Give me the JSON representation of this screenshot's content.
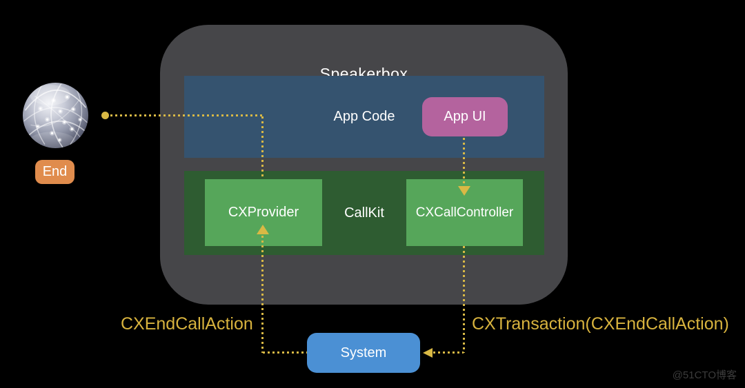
{
  "diagram": {
    "title": "Speakerbox",
    "app_code": {
      "label": "App Code",
      "bg": "#35536F"
    },
    "app_ui": {
      "label": "App UI",
      "bg": "#B4639E"
    },
    "callkit": {
      "label": "CallKit",
      "bg": "#2E5C31"
    },
    "cx_provider": {
      "label": "CXProvider",
      "bg": "#56A65A"
    },
    "cx_call_controller": {
      "label": "CXCallController",
      "bg": "#56A65A"
    },
    "network": {
      "icon": "network-globe-icon",
      "end_badge": {
        "label": "End",
        "bg": "#E08C4D"
      }
    },
    "system": {
      "label": "System",
      "bg": "#4B90D4"
    },
    "flow_labels": {
      "left": "CXEndCallAction",
      "right": "CXTransaction(CXEndCallAction)",
      "color": "#D8B33E"
    },
    "connectors": {
      "dot_color": "#D9B945",
      "style": "dotted",
      "paths": [
        "network-globe -> CXProvider (top)",
        "App UI -> CXCallController (arrow down)",
        "System -> CXProvider (arrow up)",
        "CXCallController -> System (arrow left)"
      ]
    },
    "container_bg": "#464649",
    "page_bg": "#000000",
    "watermark": "@51CTO博客"
  }
}
